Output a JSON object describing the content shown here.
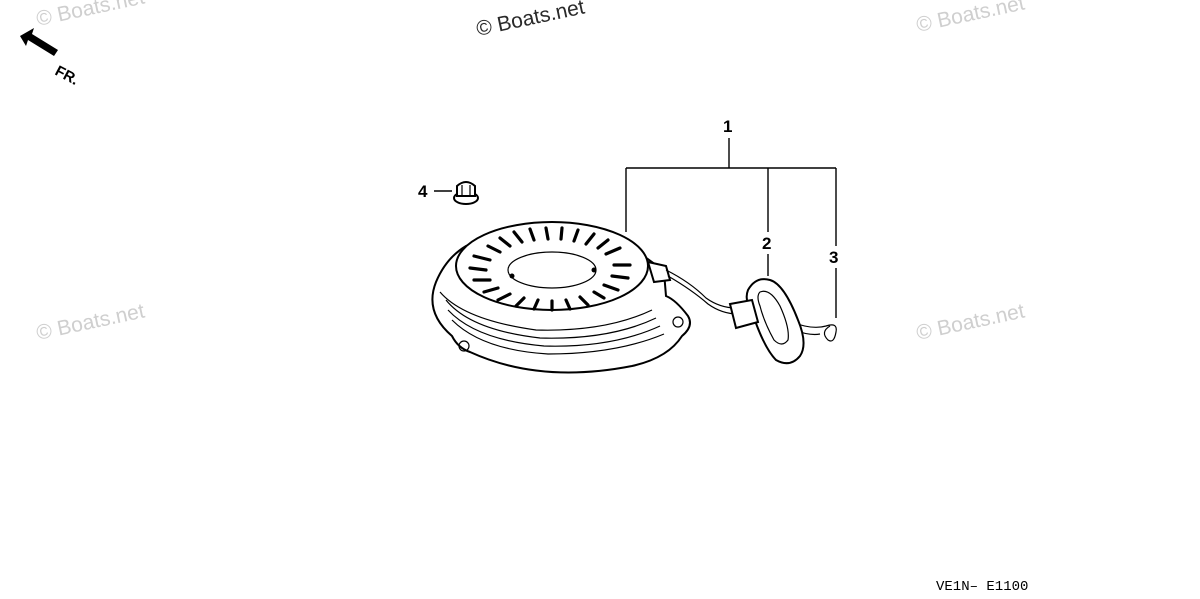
{
  "watermarks": {
    "top_left": "© Boats.net",
    "top_center": "© Boats.net",
    "top_right": "© Boats.net",
    "mid_left": "© Boats.net",
    "mid_right": "© Boats.net"
  },
  "direction_marker": {
    "label": "FR.",
    "icon": "arrow-icon"
  },
  "callouts": {
    "assembly": "1",
    "grip": "2",
    "rope": "3",
    "nut": "4"
  },
  "figure_code": "VE1N– E1100"
}
